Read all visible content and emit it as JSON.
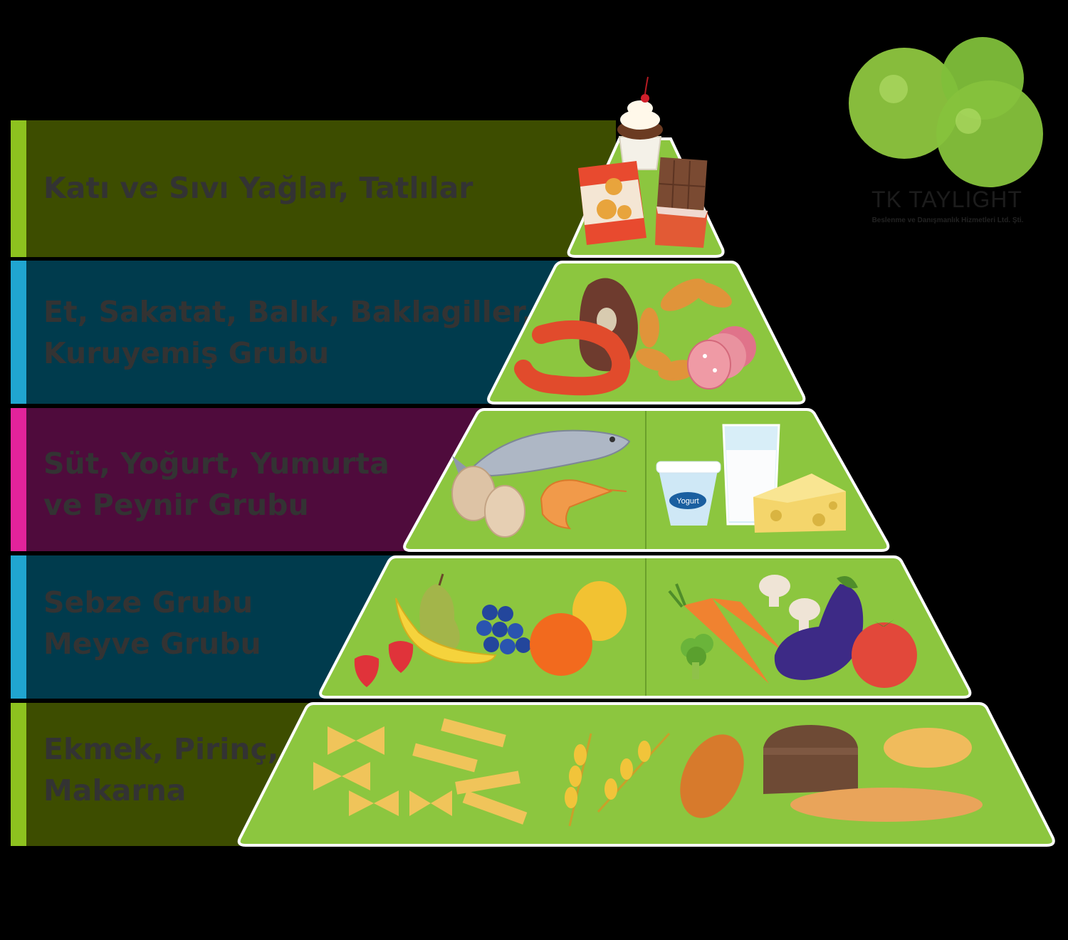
{
  "colors": {
    "band_green": "#3d4d00",
    "band_blue": "#003b4d",
    "band_purple": "#4f0b3c",
    "accent_green": "#8dc21f",
    "accent_blue": "#20a5d0",
    "accent_magenta": "#e2239b",
    "tier_fill": "#8cc63f",
    "tier_stroke": "#ffffff"
  },
  "levels": [
    {
      "label": "Katı ve Sıvı Yağlar, Tatlılar",
      "icons": [
        "cupcake-icon",
        "chips-bag-icon",
        "chocolate-bar-icon"
      ]
    },
    {
      "label": "Et, Sakatat, Balık, Baklagiller,\nKuruyemiş Grubu",
      "icons": [
        "steak-icon",
        "sausage-icon",
        "salami-icon"
      ]
    },
    {
      "label": "Süt, Yoğurt, Yumurta\nve Peynir Grubu",
      "icons": [
        "fish-icon",
        "egg-icon",
        "shrimp-icon",
        "yogurt-cup-icon",
        "milk-glass-icon",
        "cheese-icon"
      ],
      "yogurt_text": "Yogurt"
    },
    {
      "label": "Sebze Grubu\nMeyve Grubu",
      "icons": [
        "pear-icon",
        "banana-icon",
        "grapes-icon",
        "lemon-icon",
        "orange-icon",
        "strawberry-icon",
        "carrot-icon",
        "mushroom-icon",
        "eggplant-icon",
        "tomato-icon",
        "broccoli-icon"
      ]
    },
    {
      "label": "Ekmek, Pirinç,\nMakarna",
      "icons": [
        "farfalle-pasta-icon",
        "penne-pasta-icon",
        "wheat-icon",
        "bread-loaf-icon",
        "brown-bread-icon",
        "baguette-icon",
        "bun-icon"
      ]
    }
  ],
  "logo": {
    "title": "TK TAYLIGHT",
    "subtitle": "Beslenme ve Danışmanlık Hizmetleri Ltd. Şti.",
    "icon": "green-apples-icon"
  }
}
